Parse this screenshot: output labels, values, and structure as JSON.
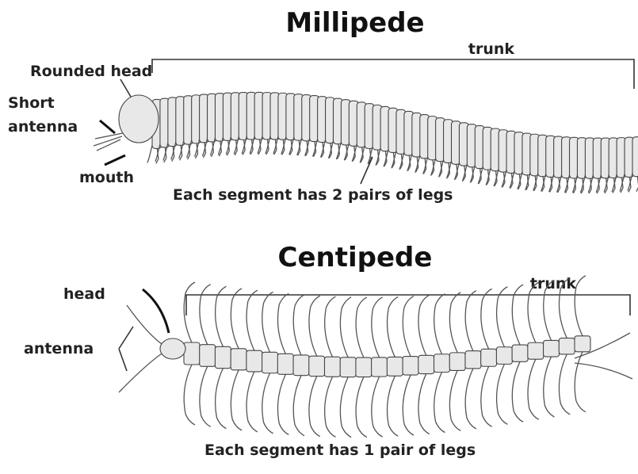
{
  "millipede": {
    "title": "Millipede",
    "trunk_label": "trunk",
    "head_label": "Rounded head",
    "antenna_label_line1": "Short",
    "antenna_label_line2": "antenna",
    "mouth_label": "mouth",
    "legs_label": "Each segment has 2 pairs of legs"
  },
  "centipede": {
    "title": "Centipede",
    "trunk_label": "trunk",
    "head_label": "head",
    "antenna_label": "antenna",
    "legs_label": "Each segment has 1 pair of legs"
  }
}
